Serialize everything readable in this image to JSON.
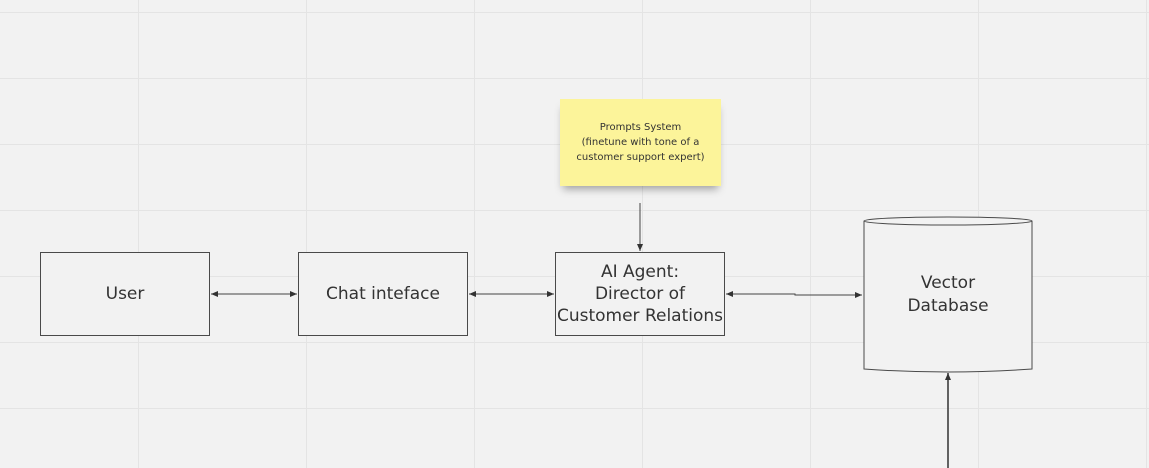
{
  "diagram": {
    "nodes": {
      "user": {
        "label": "User"
      },
      "chat": {
        "label": "Chat inteface"
      },
      "agent": {
        "lines": [
          "AI Agent:",
          "Director of",
          "Customer Relations"
        ]
      },
      "database": {
        "lines": [
          "Vector",
          "Database"
        ]
      }
    },
    "note": {
      "lines": [
        "Prompts System",
        "(finetune with tone of a",
        "customer support expert)"
      ],
      "color": "#fcf49a"
    },
    "edges": [
      {
        "from": "user",
        "to": "chat",
        "type": "bidirectional"
      },
      {
        "from": "chat",
        "to": "agent",
        "type": "bidirectional"
      },
      {
        "from": "agent",
        "to": "database",
        "type": "bidirectional"
      },
      {
        "from": "note",
        "to": "agent",
        "type": "arrow"
      },
      {
        "from": "offscreen-below",
        "to": "database",
        "type": "arrow"
      }
    ]
  }
}
